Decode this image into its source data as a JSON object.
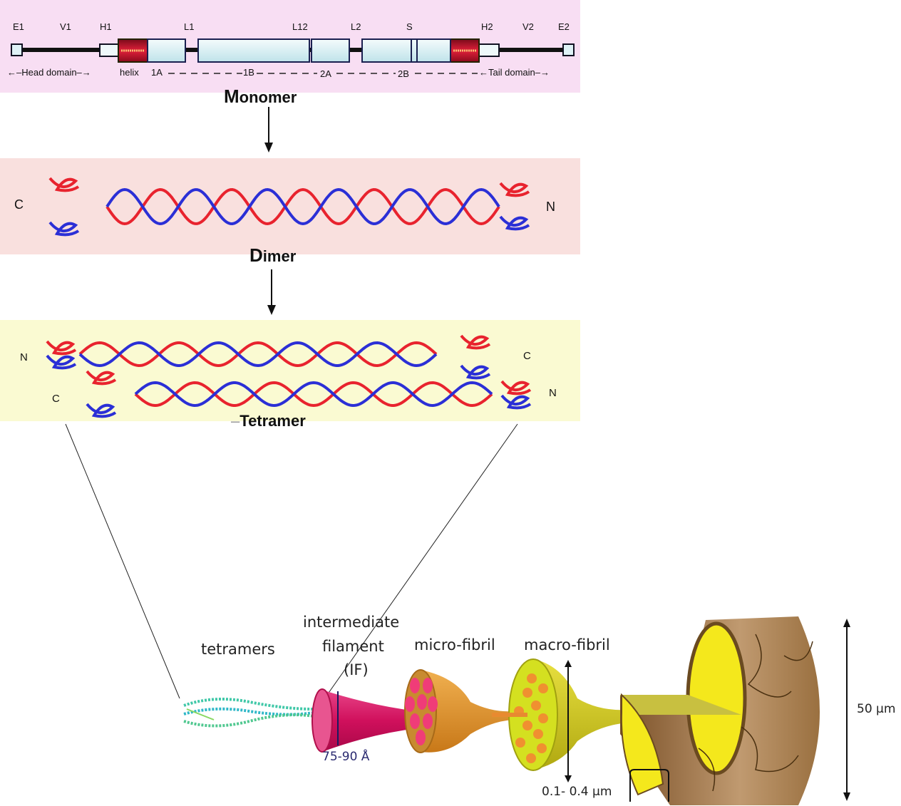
{
  "monomer": {
    "segment_labels": [
      "E1",
      "V1",
      "H1",
      "L1",
      "L12",
      "L2",
      "S",
      "H2",
      "V2",
      "E2"
    ],
    "domain_labels": {
      "head": "←–Head domain–→",
      "helix": "helix",
      "seg_1a": "1A",
      "seg_1b": "1B",
      "seg_2a": "2A",
      "seg_2b": "2B",
      "tail": "←Tail domain–→"
    },
    "title_initial": "M",
    "title_rest": "onomer"
  },
  "dimer": {
    "left_end": "C",
    "right_end": "N",
    "title_initial": "D",
    "title_rest": "imer"
  },
  "tetramer": {
    "top_left_end": "N",
    "top_right_end": "C",
    "bottom_left_end": "C",
    "bottom_right_end": "N",
    "title_initial": "T",
    "title_rest": "etramer"
  },
  "hierarchy": {
    "tetramers": "tetramers",
    "if_line1": "intermediate",
    "if_line2": "filament",
    "if_line3": "(IF)",
    "if_size": "75-90 Å",
    "microfibril": "micro-fibril",
    "macrofibril": "macro-fibril",
    "macro_size": "0.1- 0.4 µm",
    "fiber_size": "50 µm"
  },
  "colors": {
    "strand_red": "#e8232e",
    "strand_blue": "#2b2fd6",
    "helix_box": "#d8f0f4",
    "linker_red": "#c8102e",
    "if_magenta": "#d81b6a",
    "micro_orange": "#e89a2e",
    "macro_yellow": "#d8d820",
    "fiber_brown": "#a07850",
    "cortex_yellow": "#f4e81c"
  }
}
